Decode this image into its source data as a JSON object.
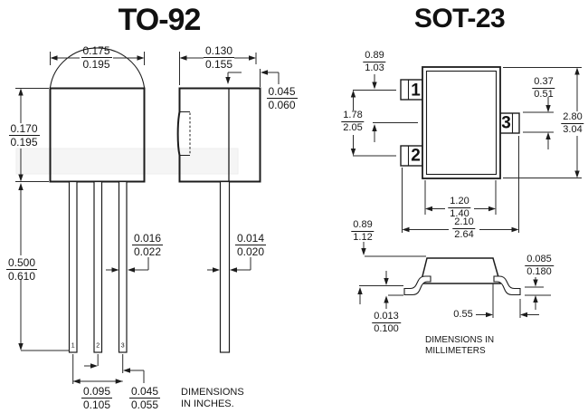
{
  "titles": {
    "to92": "TO-92",
    "sot23": "SOT-23"
  },
  "to92": {
    "units_note": {
      "line1": "DIMENSIONS",
      "line2": "IN INCHES."
    },
    "pin_labels": [
      "1",
      "2",
      "3"
    ],
    "dims": {
      "top_width": {
        "num": "0.175",
        "den": "0.195"
      },
      "side_width": {
        "num": "0.130",
        "den": "0.155"
      },
      "tab_depth": {
        "num": "0.045",
        "den": "0.060"
      },
      "body_height": {
        "num": "0.170",
        "den": "0.195"
      },
      "lead_length": {
        "num": "0.500",
        "den": "0.610"
      },
      "lead_width_front": {
        "num": "0.016",
        "den": "0.022"
      },
      "lead_width_side": {
        "num": "0.014",
        "den": "0.020"
      },
      "lead_pitch": {
        "num": "0.095",
        "den": "0.105"
      },
      "lead_offset": {
        "num": "0.045",
        "den": "0.055"
      }
    }
  },
  "sot23": {
    "units_note": {
      "line1": "DIMENSIONS IN",
      "line2": "MILLIMETERS"
    },
    "pin_labels": [
      "1",
      "2",
      "3"
    ],
    "dims": {
      "pin_half_pitch": {
        "num": "0.89",
        "den": "1.03"
      },
      "pin_pitch": {
        "num": "1.78",
        "den": "2.05"
      },
      "pin_width": {
        "num": "0.37",
        "den": "0.51"
      },
      "body_length": {
        "num": "2.80",
        "den": "3.04"
      },
      "body_width": {
        "num": "1.20",
        "den": "1.40"
      },
      "lead_span": {
        "num": "2.10",
        "den": "2.64"
      },
      "body_height": {
        "num": "0.89",
        "den": "1.12"
      },
      "lead_thickness": {
        "num": "0.085",
        "den": "0.180"
      },
      "standoff": {
        "num": "0.013",
        "den": "0.100"
      },
      "foot_length": "0.55"
    }
  },
  "colors": {
    "ink": "#1c1c1c",
    "band": "#ececec"
  }
}
